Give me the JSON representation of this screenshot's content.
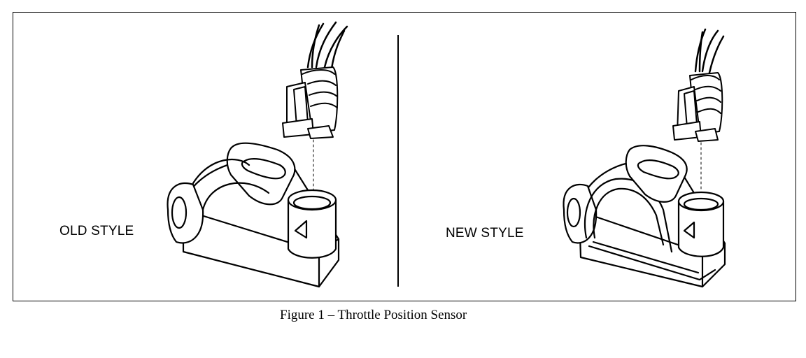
{
  "diagram": {
    "left_panel": {
      "label": "OLD STYLE"
    },
    "right_panel": {
      "label": "NEW STYLE"
    },
    "caption": "Figure 1 – Throttle Position Sensor"
  }
}
